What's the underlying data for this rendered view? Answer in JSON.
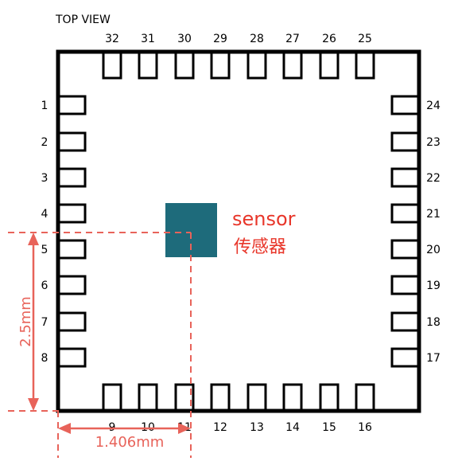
{
  "view_title": "TOP VIEW",
  "pins": {
    "top": [
      "32",
      "31",
      "30",
      "29",
      "28",
      "27",
      "26",
      "25"
    ],
    "left": [
      "1",
      "2",
      "3",
      "4",
      "5",
      "6",
      "7",
      "8"
    ],
    "right": [
      "24",
      "23",
      "22",
      "21",
      "20",
      "19",
      "18",
      "17"
    ],
    "bottom": [
      "9",
      "10",
      "11",
      "12",
      "13",
      "14",
      "15",
      "16"
    ]
  },
  "sensor": {
    "label_en": "sensor",
    "label_cn": "传感器",
    "color": "#1e6b7b"
  },
  "dimensions": {
    "vertical": "2.5mm",
    "horizontal": "1.406mm",
    "color": "#e8635a"
  },
  "colors": {
    "outline": "#000000",
    "sensor_label": "#e8362a"
  }
}
